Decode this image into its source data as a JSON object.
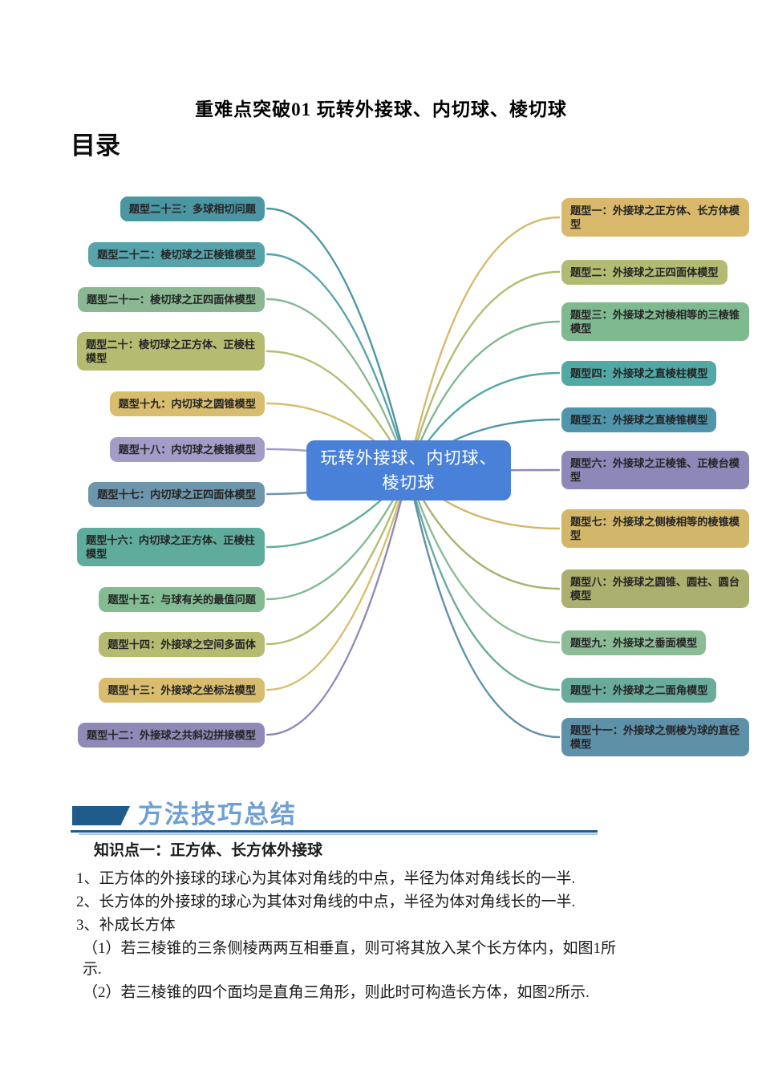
{
  "page": {
    "title": "重难点突破01 玩转外接球、内切球、棱切球",
    "toc_heading": "目录"
  },
  "mindmap": {
    "center": {
      "label": "玩转外接球、内切球、棱切球",
      "line1": "玩转外接球、内切球、",
      "line2": "棱切球",
      "color": "#4a81d8"
    },
    "left": [
      {
        "label": "题型二十三：多球相切问题",
        "color": "#4a96a2"
      },
      {
        "label": "题型二十二：棱切球之正棱锥模型",
        "color": "#57a3ab"
      },
      {
        "label": "题型二十一：棱切球之正四面体模型",
        "color": "#8bb893"
      },
      {
        "label": "题型二十：棱切球之正方体、正棱柱模型",
        "color": "#b5bc72"
      },
      {
        "label": "题型十九：内切球之圆锥模型",
        "color": "#d8bd6e"
      },
      {
        "label": "题型十八：内切球之棱锥模型",
        "color": "#a29cc6"
      },
      {
        "label": "题型十七：内切球之正四面体模型",
        "color": "#6d95ab"
      },
      {
        "label": "题型十六：内切球之正方体、正棱柱模型",
        "color": "#5fac9c"
      },
      {
        "label": "题型十五：与球有关的最值问题",
        "color": "#83bb93"
      },
      {
        "label": "题型十四：外接球之空间多面体",
        "color": "#b5bc72"
      },
      {
        "label": "题型十三：外接球之坐标法模型",
        "color": "#d8bd6e"
      },
      {
        "label": "题型十二：外接球之共斜边拼接模型",
        "color": "#8f89b8"
      }
    ],
    "right": [
      {
        "label": "题型一：外接球之正方体、长方体模型",
        "color": "#d8b96c"
      },
      {
        "label": "题型二：外接球之正四面体模型",
        "color": "#b3bb72"
      },
      {
        "label": "题型三：外接球之对棱相等的三棱锥模型",
        "color": "#7fb990"
      },
      {
        "label": "题型四：外接球之直棱柱模型",
        "color": "#52a8a4"
      },
      {
        "label": "题型五：外接球之直棱锥模型",
        "color": "#4f95ab"
      },
      {
        "label": "题型六：外接球之正棱锥、正棱台模型",
        "color": "#8e88b8"
      },
      {
        "label": "题型七：外接球之侧棱相等的棱锥模型",
        "color": "#d2b66a"
      },
      {
        "label": "题型八：外接球之圆锥、圆柱、圆台模型",
        "color": "#abb06e"
      },
      {
        "label": "题型九：外接球之垂面模型",
        "color": "#8cbc95"
      },
      {
        "label": "题型十：外接球之二面角模型",
        "color": "#6aab9b"
      },
      {
        "label": "题型十一：外接球之侧棱为球的直径模型",
        "color": "#5e90a8"
      }
    ]
  },
  "section": {
    "banner_title": "方法技巧总结",
    "colors": {
      "dark": "#1f5c8c",
      "text": "#6e9fd4",
      "light": "#a8c6e4"
    }
  },
  "content": {
    "heading": "知识点一：正方体、长方体外接球",
    "lines": [
      "1、正方体的外接球的球心为其体对角线的中点，半径为体对角线长的一半.",
      "2、长方体的外接球的球心为其体对角线的中点，半径为体对角线长的一半.",
      "3、补成长方体",
      "（1）若三棱锥的三条侧棱两两互相垂直，则可将其放入某个长方体内，如图1所示.",
      "（2）若三棱锥的四个面均是直角三角形，则此时可构造长方体，如图2所示."
    ]
  }
}
